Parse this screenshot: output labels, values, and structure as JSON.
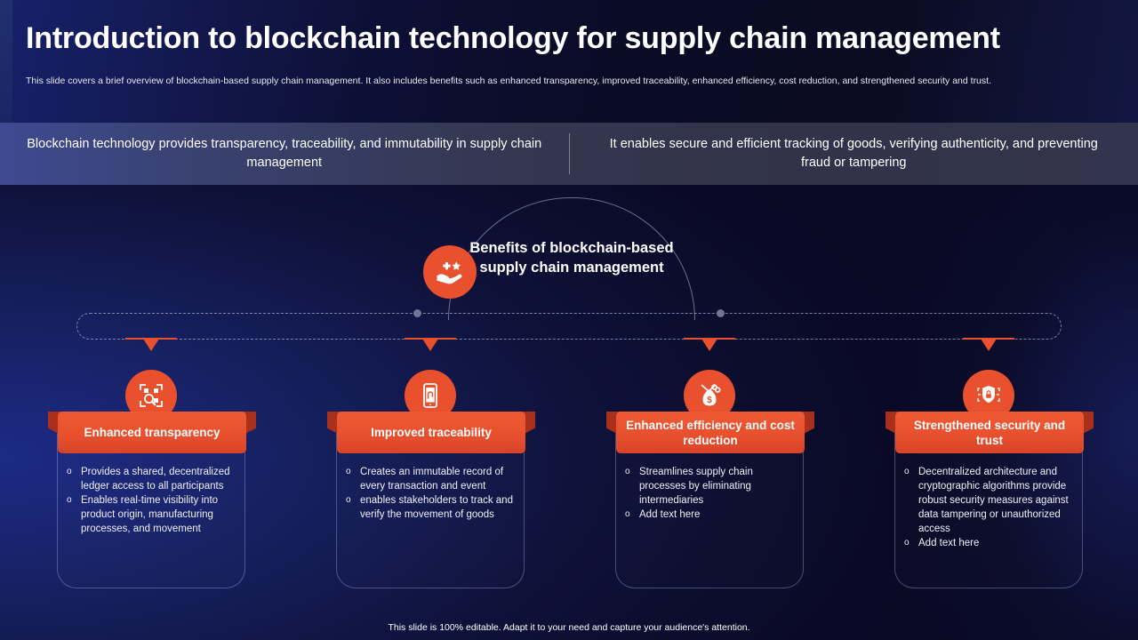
{
  "header": {
    "title": "Introduction to blockchain technology for supply chain management",
    "subtitle": "This slide covers a brief overview of blockchain-based supply chain management. It also includes benefits such as enhanced transparency, improved traceability, enhanced efficiency, cost reduction, and strengthened security and trust."
  },
  "banner": {
    "left": "Blockchain technology provides transparency, traceability, and immutability in supply chain management",
    "right": "It enables secure and efficient tracking of goods, verifying authenticity, and preventing fraud or tampering"
  },
  "dome": {
    "title": "Benefits of blockchain-based supply chain management",
    "icon": "hand-benefits-icon"
  },
  "cards": [
    {
      "title": "Enhanced transparency",
      "icon": "qr-code-scan-icon",
      "bullets": [
        "Provides a shared, decentralized ledger access to all participants",
        "Enables real-time visibility into product origin, manufacturing processes, and movement"
      ]
    },
    {
      "title": "Improved traceability",
      "icon": "mobile-tracking-icon",
      "bullets": [
        "Creates an immutable record of every transaction and event",
        "enables stakeholders to track and verify the movement of goods"
      ]
    },
    {
      "title": "Enhanced efficiency and cost reduction",
      "icon": "money-bag-scissors-icon",
      "bullets": [
        "Streamlines supply chain processes by eliminating intermediaries",
        "Add text here"
      ]
    },
    {
      "title": "Strengthened security and trust",
      "icon": "shield-lock-icon",
      "bullets": [
        "Decentralized architecture and cryptographic algorithms provide robust security measures against data tampering or unauthorized access",
        "Add text here"
      ]
    }
  ],
  "bullet_marker": "o",
  "footer": {
    "note": "This slide is 100% editable. Adapt it to your need and capture your audience's attention."
  },
  "colors": {
    "accent": "#e8502e",
    "accent_dark": "#a8301c",
    "bg_dark": "#0a0a26",
    "bg_blue": "#1d2a86",
    "banner_left": "#3e4a90",
    "banner_right": "#33344d"
  }
}
